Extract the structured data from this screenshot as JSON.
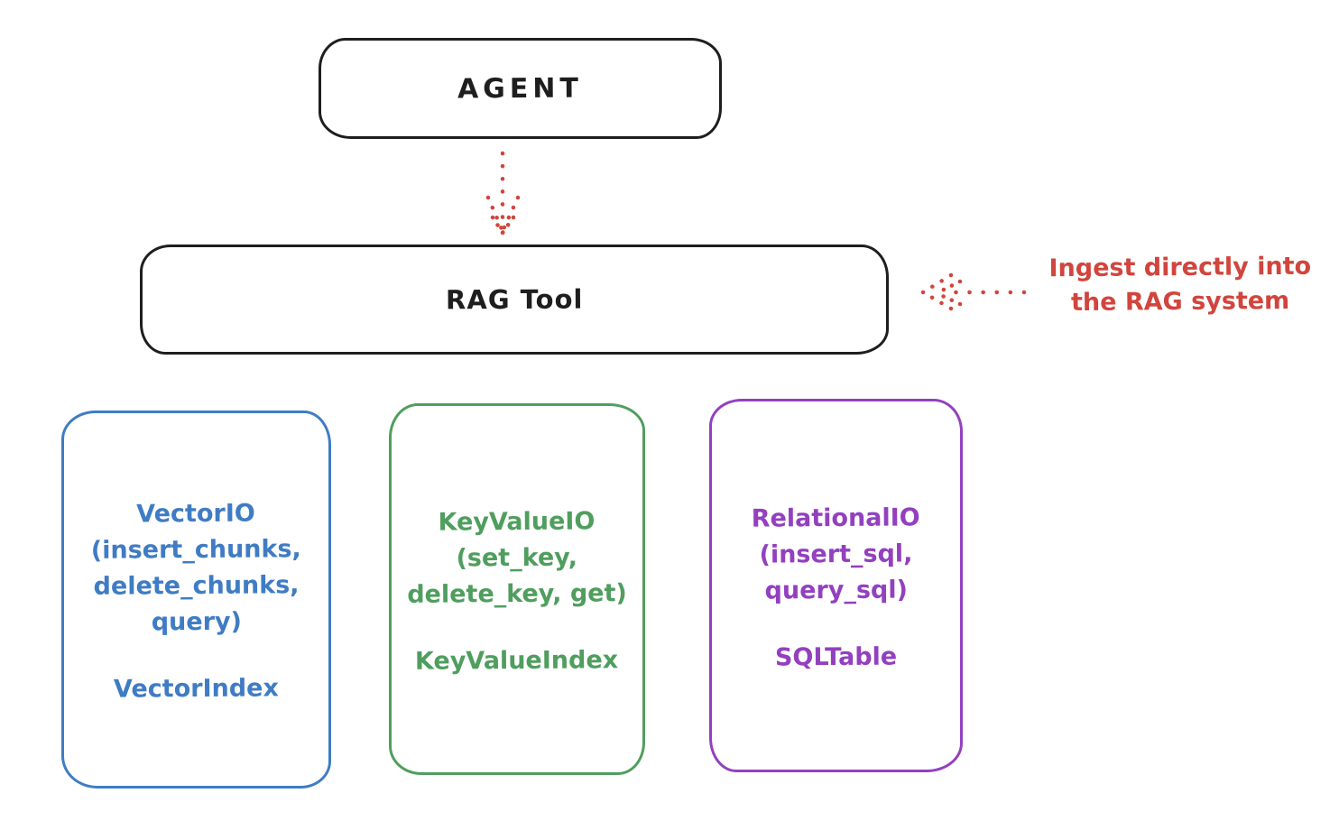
{
  "colors": {
    "ink": "#1e1e1e",
    "red": "#d1453d",
    "blue": "#3f7cc4",
    "green": "#4f9e5e",
    "purple": "#9340c0",
    "background": "#ffffff"
  },
  "agent": {
    "label": "AGENT"
  },
  "rag_tool": {
    "label": "RAG Tool"
  },
  "ingest_note": {
    "line1": "Ingest directly into",
    "line2": "the RAG system"
  },
  "arrows": [
    {
      "name": "agent-to-rag-arrow",
      "style": "dotted",
      "color": "#d1453d",
      "direction": "down"
    },
    {
      "name": "ingest-into-rag-arrow",
      "style": "dotted",
      "color": "#d1453d",
      "direction": "left"
    }
  ],
  "stores": [
    {
      "name": "vector-store",
      "color": "#3f7cc4",
      "io_lines": [
        "VectorIO",
        "(insert_chunks,",
        "delete_chunks,",
        "query)"
      ],
      "index_label": "VectorIndex"
    },
    {
      "name": "keyvalue-store",
      "color": "#4f9e5e",
      "io_lines": [
        "KeyValueIO",
        "(set_key,",
        "delete_key, get)"
      ],
      "index_label": "KeyValueIndex"
    },
    {
      "name": "relational-store",
      "color": "#9340c0",
      "io_lines": [
        "RelationalIO",
        "(insert_sql,",
        "query_sql)"
      ],
      "index_label": "SQLTable"
    }
  ]
}
